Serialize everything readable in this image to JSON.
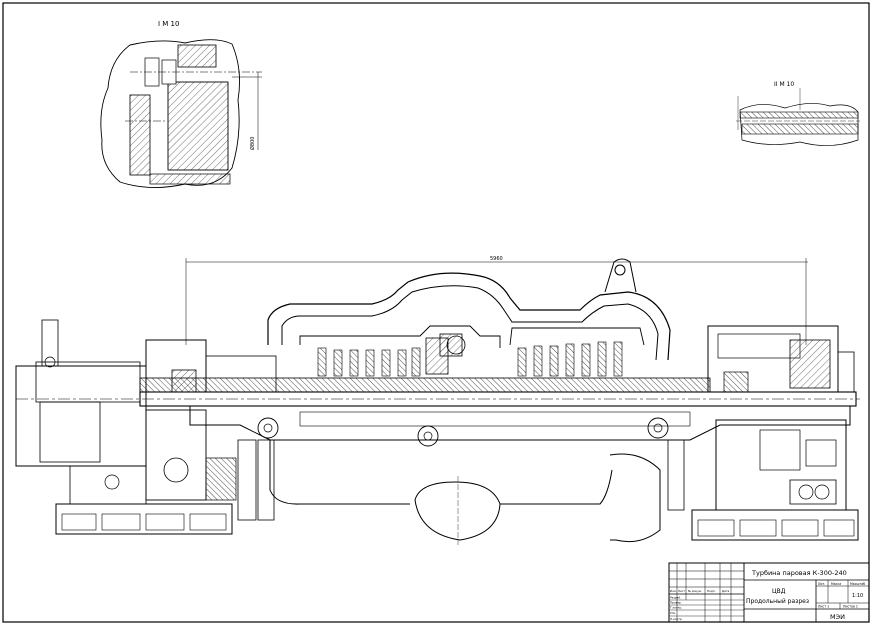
{
  "drawing": {
    "detail_1": "I  M 10",
    "detail_2": "II  M 10",
    "detail_1_dim": "Ø800",
    "overall_dim": "5960"
  },
  "title_block": {
    "title": "Турбина паровая К-300-240",
    "code": "ЦВД",
    "subtitle": "Продольный разрез",
    "scale": "1:10",
    "org": "МЭИ",
    "cols": {
      "lit": "Лит.",
      "mass": "Масса",
      "scale": "Масштаб"
    },
    "sheet": "Лист 1",
    "sheets": "Листов 1",
    "rows": [
      "Разраб.",
      "Провер.",
      "Т.контр.",
      "Утв.",
      "Н.контр."
    ],
    "head_cols": [
      "Изм.",
      "Лист",
      "№ докум.",
      "Подп.",
      "Дата"
    ]
  },
  "colors": {
    "ink": "#000000",
    "paper": "#ffffff",
    "hatch": "#333333"
  }
}
